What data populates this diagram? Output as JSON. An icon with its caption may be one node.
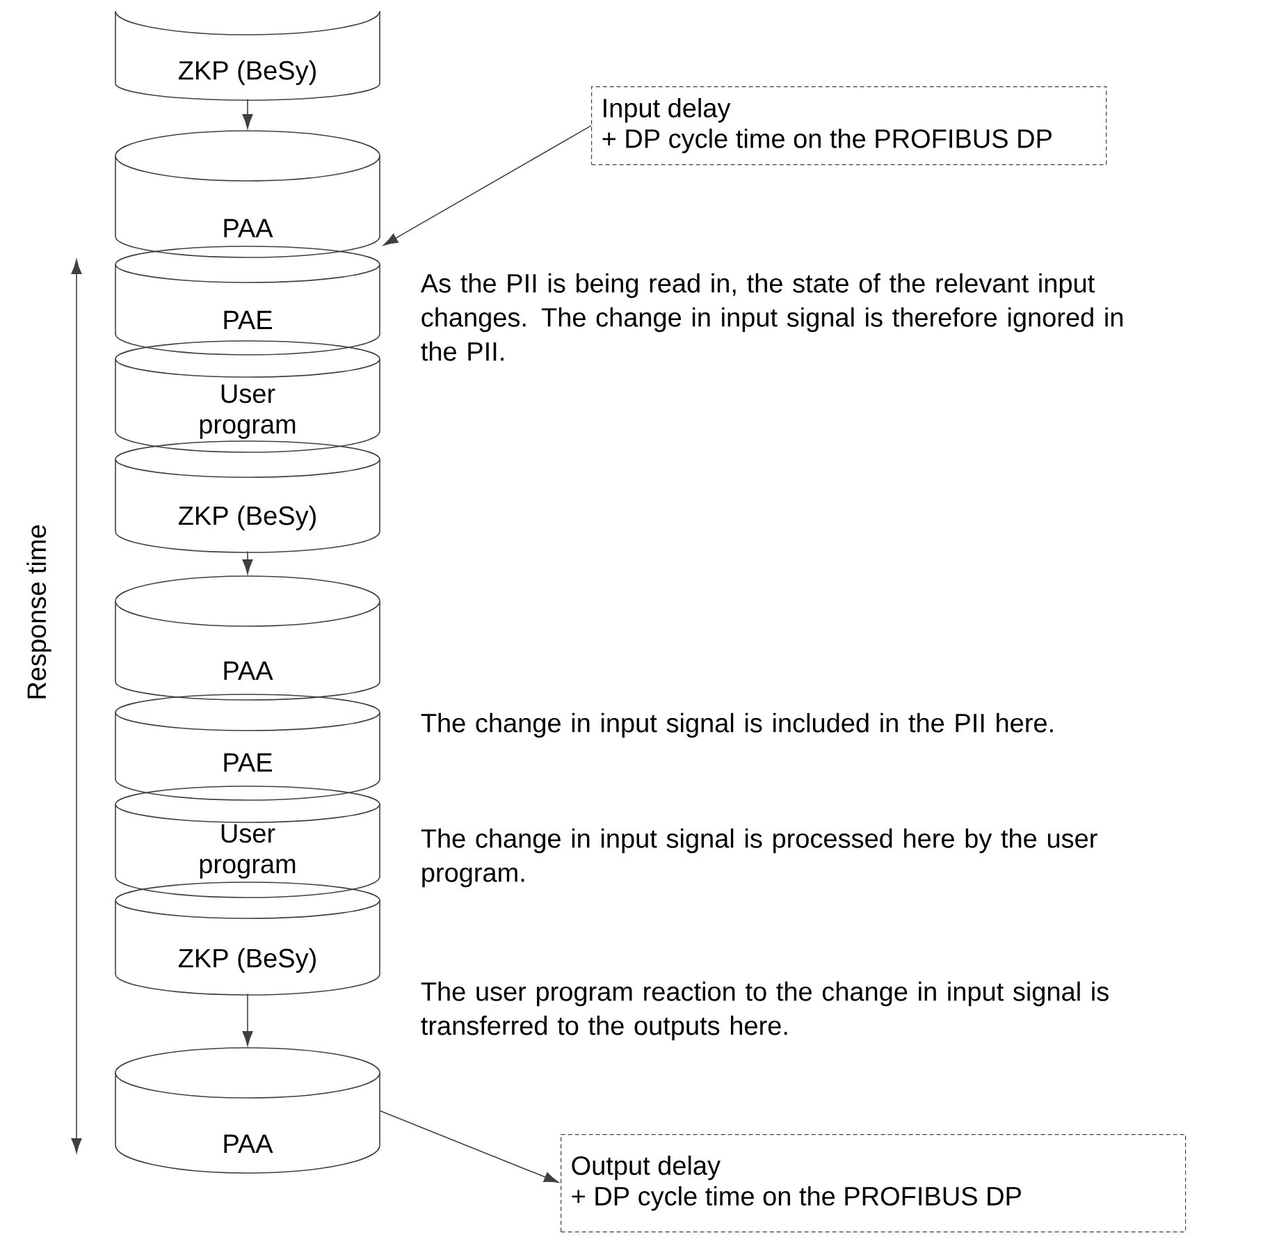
{
  "diagram": {
    "nodes": [
      {
        "text": [
          "ZKP (BeSy)"
        ]
      },
      {
        "text": [
          "Input delay",
          "+ DP cycle time on the PROFIBUS DP"
        ]
      },
      {
        "text": [
          "PAA"
        ]
      },
      {
        "text": [
          "PAE"
        ]
      },
      {
        "text": [
          "User program"
        ]
      },
      {
        "text": [
          "ZKP (BeSy)"
        ]
      },
      {
        "text": [
          "PAA"
        ]
      },
      {
        "text": [
          "PAE"
        ]
      },
      {
        "text": [
          "User program"
        ]
      },
      {
        "text": [
          "ZKP (BeSy)"
        ]
      },
      {
        "text": [
          "PAA"
        ]
      },
      {
        "text": [
          "Output delay",
          "+ DP cycle time on the PROFIBUS DP"
        ]
      }
    ],
    "edges": [
      {
        "from": 0,
        "to": 2,
        "arrow": "to"
      },
      {
        "from": 1,
        "to": 3,
        "arrow": "to"
      },
      {
        "from": 5,
        "to": 6,
        "arrow": "to"
      },
      {
        "from": 9,
        "to": 10,
        "arrow": "to"
      },
      {
        "from": 10,
        "to": 11,
        "arrow": "to"
      }
    ],
    "labels": [
      "As the PII is being read in, the state of the relevant input changes. The change in input signal is therefore ignored in the PII.",
      "Response time",
      "The change in input signal is included in the PII here.",
      "The change in input signal is processed here by the user program.",
      "The user program reaction to the change in input signal is transferred to the outputs here."
    ]
  }
}
